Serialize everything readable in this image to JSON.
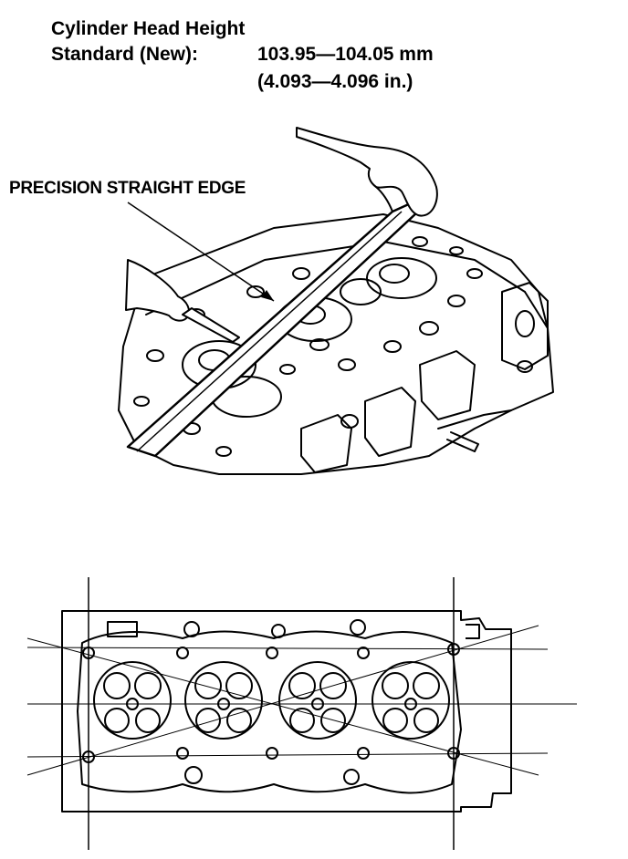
{
  "header": {
    "title": "Cylinder Head Height",
    "standard_label": "Standard (New):",
    "standard_metric": "103.95—104.05 mm",
    "standard_inch": "(4.093—4.096 in.)"
  },
  "illustration": {
    "callout_label": "PRECISION STRAIGHT EDGE"
  },
  "colors": {
    "ink": "#000000",
    "paper": "#ffffff"
  }
}
